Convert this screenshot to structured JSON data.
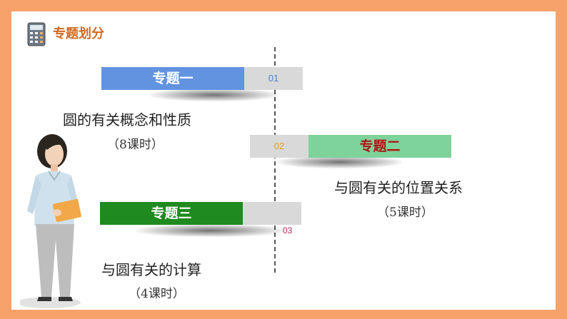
{
  "header": {
    "title": "专题划分",
    "icon": "calculator-icon"
  },
  "colors": {
    "frame": "#f7a26a",
    "topic1": "#6293e1",
    "topic2": "#7dd39a",
    "topic3": "#1f8a1f",
    "topic2_text": "#b31313",
    "num1": "#4f7fd1",
    "num2": "#e0a020",
    "num3": "#b5295a"
  },
  "topics": [
    {
      "label": "专题一",
      "number": "01",
      "description": "圆的有关概念和性质",
      "hours": "（8课时）"
    },
    {
      "label": "专题二",
      "number": "02",
      "description": "与圆有关的位置关系",
      "hours": "（5课时）"
    },
    {
      "label": "专题三",
      "number": "03",
      "description": "与圆有关的计算",
      "hours": "（4课时）"
    }
  ]
}
